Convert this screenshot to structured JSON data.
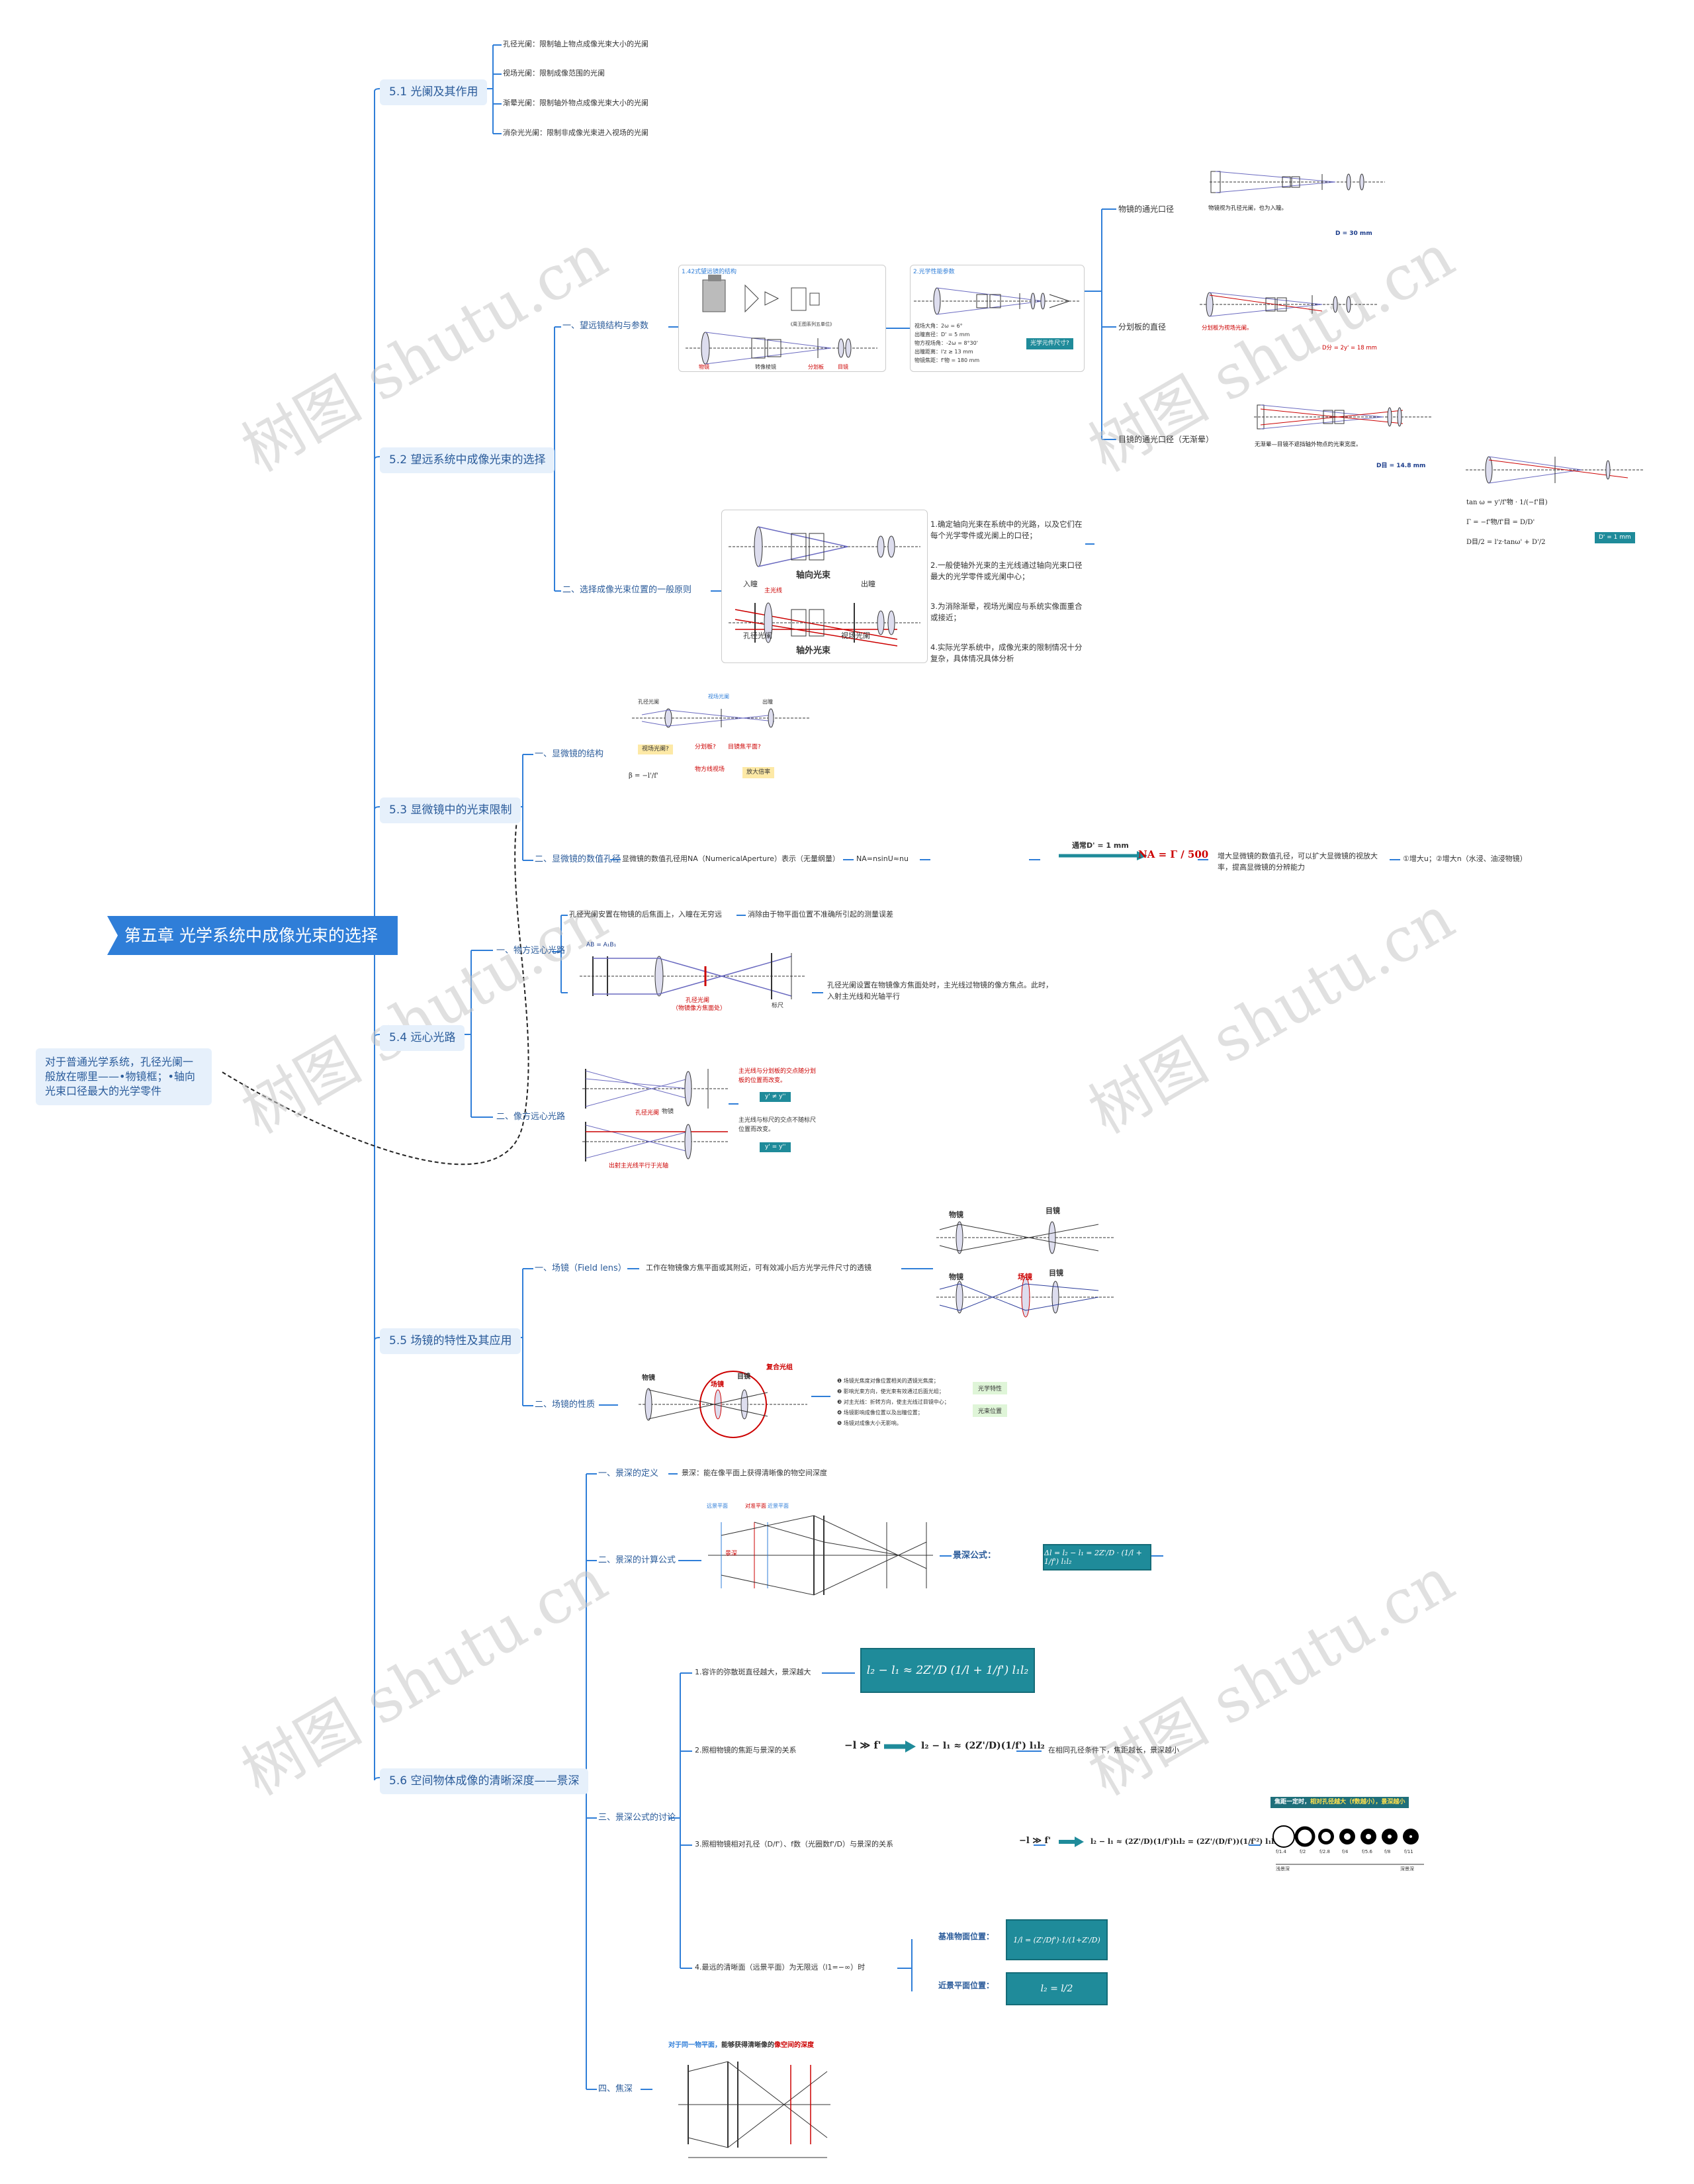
{
  "root": "第五章 光学系统中成像光束的选择",
  "note": "对于普通光学系统，孔径光阑一般放在哪里——•物镜框；•轴向光束口径最大的光学零件",
  "watermark": "树图 shutu.cn",
  "sections": {
    "s51": {
      "title": "5.1 光阑及其作用",
      "items": [
        "孔径光阑：限制轴上物点成像光束大小的光阑",
        "视场光阑：限制成像范围的光阑",
        "渐晕光阑：限制轴外物点成像光束大小的光阑",
        "消杂光光阑：限制非成像光束进入视场的光阑"
      ]
    },
    "s52": {
      "title": "5.2 望远系统中成像光束的选择",
      "sub1": "一、望远镜结构与参数",
      "sub2": "二、选择成像光束位置的一般原则",
      "fig1_title": "1.42式望远镜的结构",
      "fig1_caption": "《周王图系列五单位》",
      "fig1_labels": [
        "物镜",
        "转像棱镜",
        "分划板",
        "目镜"
      ],
      "fig2_title": "2.光学性能参数",
      "params": [
        "视场大角：2ω = 6°",
        "出瞳直径：D' = 5 mm",
        "物方视场角：-2ω = 8°30'",
        "出瞳距离：l'z ≥ 13 mm",
        "物镜焦距：f'物 = 180 mm"
      ],
      "param_button": "光学元件尺寸?",
      "right_items": [
        "物镜的通光口径",
        "分划板的直径",
        "目镜的通光口径（无渐晕）"
      ],
      "right_notes": [
        "物镜视为孔径光阑，也为入瞳。",
        "分划板为视场光阑。",
        "无渐晕—目镜不遮挡轴外物点的光束宽度。"
      ],
      "right_values": [
        "D = 30 mm",
        "D分 = 2y' = 18 mm",
        "D目 = 14.8 mm"
      ],
      "principles": [
        "1.确定轴向光束在系统中的光路，以及它们在每个光学零件或光阑上的口径；",
        "2.一般使轴外光束的主光线通过轴向光束口径最大的光学零件或光阑中心；",
        "3.为消除渐晕，视场光阑应与系统实像面重合或接近；",
        "4.实际光学系统中，成像光束的限制情况十分复杂，具体情况具体分析"
      ],
      "fig3_labels": [
        "轴向光束",
        "入瞳",
        "主光线",
        "出瞳",
        "孔径光阑",
        "视场光阑",
        "轴外光束"
      ]
    },
    "s53": {
      "title": "5.3 显微镜中的光束限制",
      "sub1": "一、显微镜的结构",
      "sub2": "二、显微镜的数值孔径",
      "na_text": "显微镜的数值孔径用NA（NumericalAperture）表示（无量纲量）",
      "na_formula": "NA=nsinU≈nu",
      "usually": "通常D' = 1 mm",
      "na_result": "NA = Γ / 500",
      "conclusion": "增大显微镜的数值孔径，可以扩大显微镜的视放大率，提高显微镜的分辨能力",
      "methods": "①增大u；②增大n（水浸、油浸物镜）",
      "micro_labels": [
        "孔径光阑",
        "视场光阑",
        "出瞳",
        "视场光阑?",
        "分划板?",
        "目镜焦平面?",
        "物方线视场",
        "放大倍率"
      ]
    },
    "s54": {
      "title": "5.4 远心光路",
      "sub1": "一、物方远心光路",
      "sub2": "二、像方远心光路",
      "obj_text": "孔径光阑安置在物镜的后焦面上，入瞳在无穷远",
      "obj_text2": "消除由于物平面位置不准确所引起的测量误差",
      "img_text": "孔径光阑设置在物镜像方焦面处时，主光线过物镜的像方焦点。此时，入射主光线和光轴平行",
      "fig_labels": [
        "孔径光阑",
        "（物镜像方焦面处）",
        "标尺",
        "物镜",
        "出射主光线平行于光轴"
      ],
      "tele_notes": [
        "主光线与分划板的交点随分划板的位置而改变。",
        "主光线与标尺的交点不随标尺位置而改变。"
      ],
      "tele_formulas": [
        "y' ≠ y''",
        "y' = y''"
      ]
    },
    "s55": {
      "title": "5.5 场镜的特性及其应用",
      "sub1": "一、场镜（Field lens）",
      "sub1_text": "工作在物镜像方焦平面或其附近，可有效减小后方光学元件尺寸的透镜",
      "sub2": "二、场镜的性质",
      "labels": [
        "物镜",
        "目镜",
        "场镜",
        "复合光组"
      ],
      "props": [
        "❶ 场镜光焦度对像位置相关的透镜光焦度；",
        "❷ 影响光束方向，使光束有效通过后面光组；",
        "❸ 对主光线：折转方向，使主光线过目镜中心；",
        "❹ 场镜影响成像位置以及出瞳位置；",
        "❺ 场镜对成像大小无影响。"
      ],
      "tags": [
        "光学特性",
        "光束位置"
      ]
    },
    "s56": {
      "title": "5.6 空间物体成像的清晰深度——景深",
      "sub1": "一、景深的定义",
      "sub1_text": "景深：能在像平面上获得清晰像的物空间深度",
      "sub2": "二、景深的计算公式",
      "depth_label": "景深公式：",
      "depth_formula": "Δl = l₂ − l₁ = 2Z'/D · (1/l + 1/f') l₁l₂",
      "fig_labels": [
        "远景平面",
        "对准平面",
        "近景平面",
        "景深"
      ],
      "sub3": "三、景深公式的讨论",
      "d1": "1.容许的弥散斑直径越大，景深越大",
      "d2": "2.照相物镜的焦距与景深的关系",
      "d2_right": "在相同孔径条件下，焦距越长，景深越小",
      "d3": "3.照相物镜相对孔径（D/f'）、f数（光圈数f'/D）与景深的关系",
      "d4": "4.最远的清晰面（远景平面）为无限远（l1=−∞）时",
      "d3_note_a": "焦距一定时，",
      "d3_note_b": "相对孔径越大（f数越小），景深越小",
      "fstops": [
        "f/1.4",
        "f/2",
        "f/2.8",
        "f/4",
        "f/5.6",
        "f/8",
        "f/11"
      ],
      "scale_left": "浅景深",
      "scale_right": "深景深",
      "labels4": [
        "基准物面位置：",
        "近景平面位置："
      ],
      "f1": "l₂ − l₁ ≈ 2Z'/D (1/l + 1/f') l₁l₂",
      "f2a": "−l ≫ f'",
      "f2b": "l₂ − l₁ ≈ (2Z'/D)(1/f') l₁l₂",
      "f3": "l₂ − l₁ ≈ (2Z'/D)(1/f')l₁l₂ = (2Z'/(D/f'))(1/f'²) l₁l₂",
      "f4a": "1/l = (Z'/Df')·1/(1+Z'/D)",
      "f4b": "l₂ = l/2",
      "sub4": "四、焦深",
      "sub4_text_a": "对于同一物平面，",
      "sub4_text_b": "能够获得清晰像的",
      "sub4_text_c": "像空间的深度"
    }
  }
}
